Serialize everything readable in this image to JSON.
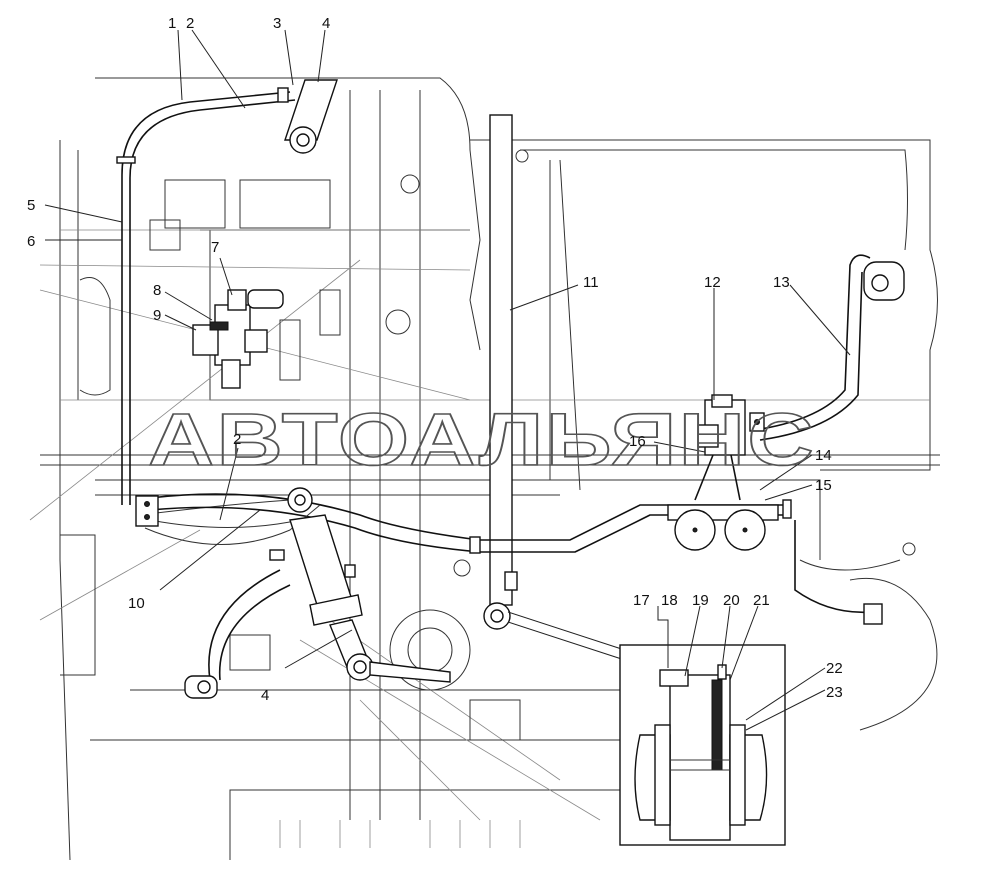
{
  "watermark": "АВТОАЛЬЯНС",
  "callouts": {
    "c1": "1",
    "c2a": "2",
    "c3": "3",
    "c4a": "4",
    "c5": "5",
    "c6": "6",
    "c7": "7",
    "c8": "8",
    "c9": "9",
    "c2b": "2",
    "c10": "10",
    "c11": "11",
    "c12": "12",
    "c13": "13",
    "c14": "14",
    "c15": "15",
    "c16": "16",
    "c4b": "4",
    "c17": "17",
    "c18": "18",
    "c19": "19",
    "c20": "20",
    "c21": "21",
    "c22": "22",
    "c23": "23"
  }
}
